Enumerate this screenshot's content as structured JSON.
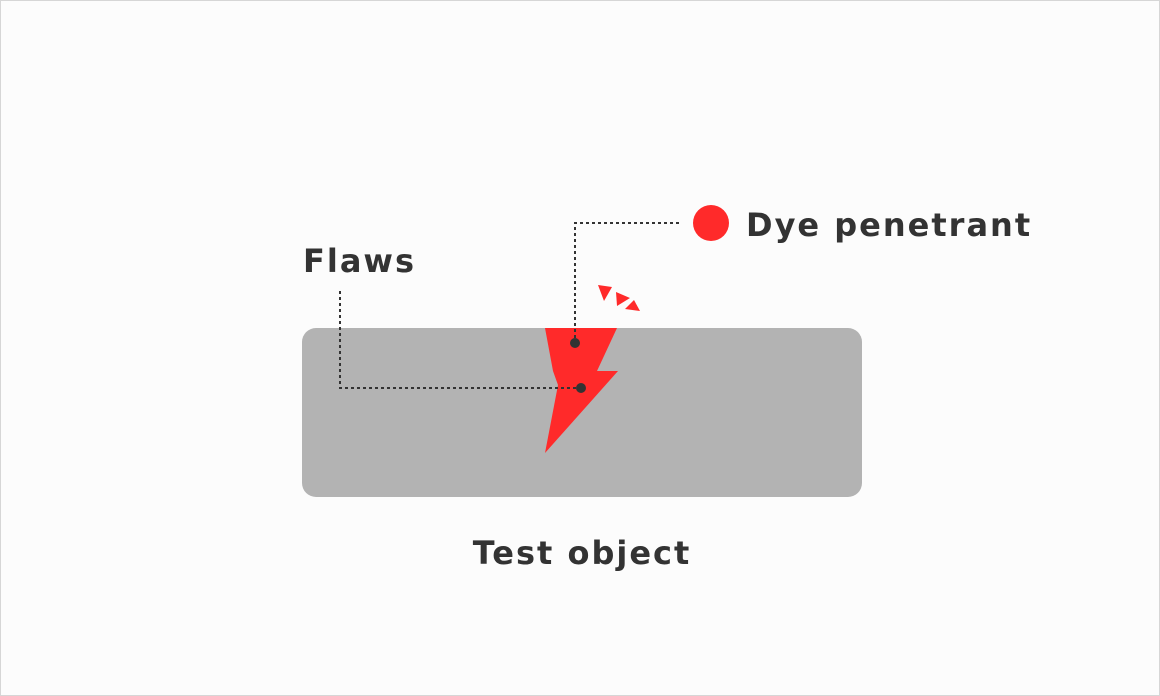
{
  "labels": {
    "flaws": "Flaws",
    "dye_penetrant": "Dye penetrant",
    "test_object": "Test object"
  },
  "colors": {
    "background": "#fcfcfc",
    "border": "#d6d6d6",
    "test_object": "#b3b3b3",
    "dye": "#ff2a2a",
    "text": "#333333",
    "leader": "#333333"
  }
}
